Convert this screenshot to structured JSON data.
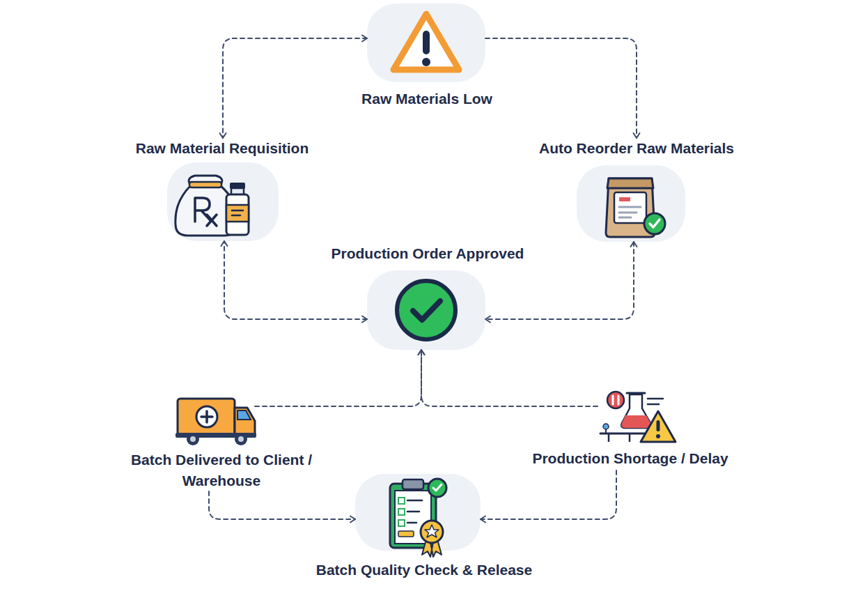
{
  "diagram": {
    "nodes": [
      {
        "text": [
          "Raw Materials Low"
        ]
      },
      {
        "text": [
          "Raw Material Requisition"
        ]
      },
      {
        "text": [
          "Auto Reorder Raw Materials"
        ]
      },
      {
        "text": [
          "Production Order Approved"
        ]
      },
      {
        "text": [
          "Batch Delivered to Client / Warehouse"
        ]
      },
      {
        "text": [
          "Production Shortage / Delay"
        ]
      },
      {
        "text": [
          "Batch Quality Check & Release"
        ]
      }
    ],
    "edges": [
      {
        "from": 0,
        "to": 1,
        "arrow": "both"
      },
      {
        "from": 0,
        "to": 2,
        "arrow": "to"
      },
      {
        "from": 3,
        "to": 1,
        "arrow": "both"
      },
      {
        "from": 2,
        "to": 3,
        "arrow": "both"
      },
      {
        "from": 4,
        "to": 3,
        "arrow": "to"
      },
      {
        "from": 5,
        "to": 3,
        "arrow": "to"
      },
      {
        "from": 4,
        "to": 6,
        "arrow": "to"
      },
      {
        "from": 5,
        "to": 6,
        "arrow": "to"
      }
    ]
  }
}
